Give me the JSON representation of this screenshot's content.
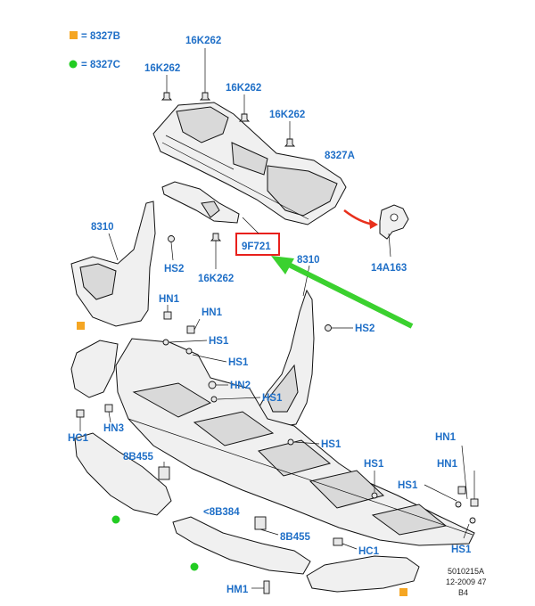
{
  "legend": {
    "orange_code": "8327B",
    "green_code": "8327C",
    "orange_prefix": "=",
    "green_prefix": "=",
    "orange_color": "#f5a623",
    "green_color": "#22cc22"
  },
  "labels": {
    "p16k262_a": "16K262",
    "p16k262_b": "16K262",
    "p16k262_c": "16K262",
    "p16k262_d": "16K262",
    "p16k262_e": "16K262",
    "p8327a": "8327A",
    "p9f721": "9F721",
    "p14a163": "14A163",
    "p8310_l": "8310",
    "p8310_r": "8310",
    "hs2_l": "HS2",
    "hs2_r": "HS2",
    "hn1_a": "HN1",
    "hn1_b": "HN1",
    "hs1_a": "HS1",
    "hs1_b": "HS1",
    "hn2": "HN2",
    "hs1_c": "HS1",
    "hs1_d": "HS1",
    "hc1_l": "HC1",
    "hn3": "HN3",
    "p8b455_a": "8B455",
    "p8b384": "<8B384",
    "p8b455_b": "8B455",
    "hc1_r": "HC1",
    "hs1_e": "HS1",
    "hn1_c": "HN1",
    "hn1_d": "HN1",
    "hs1_f": "HS1",
    "hs1_g": "HS1",
    "hm1": "HM1"
  },
  "footer": {
    "line1": "5010215A",
    "line2": "12-2009 47",
    "line3": "B4"
  },
  "highlight_color": "#e8201c",
  "arrow_green": "#3bd12f",
  "arrow_red": "#e8301c",
  "label_color": "#1f6fc7"
}
